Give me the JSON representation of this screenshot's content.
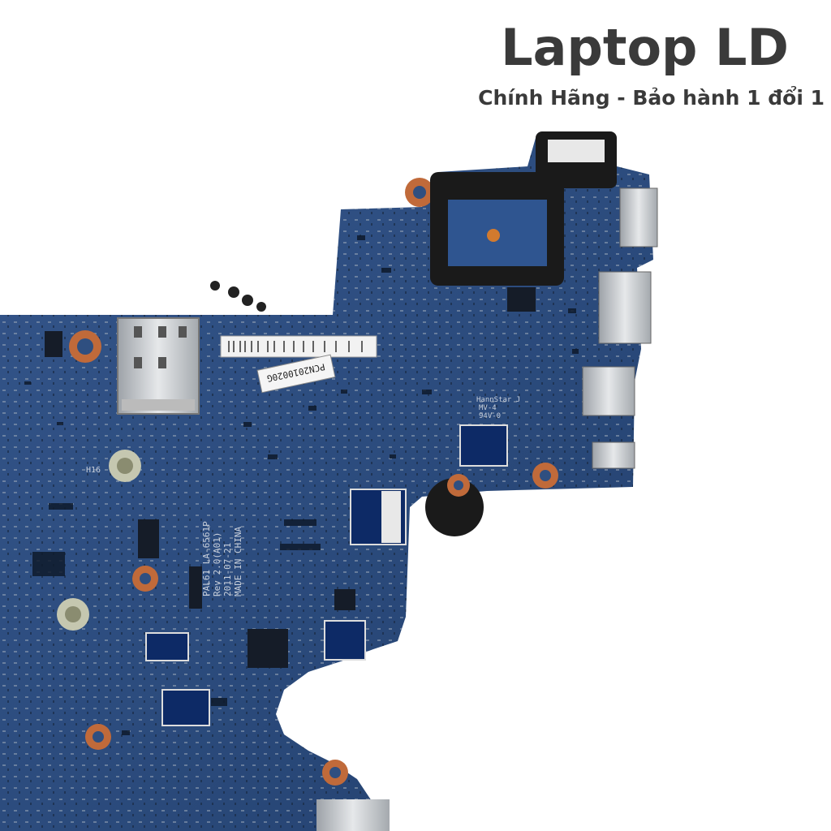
{
  "brand": {
    "title": "Laptop LD",
    "subtitle": "Chính Hãng - Bảo hành 1 đổi 1"
  },
  "board": {
    "sticker_serial": "PCN2010020G",
    "silkscreen_model": "PAL61 LA-6561P",
    "silkscreen_rev": "Rev 2.0(A01)",
    "silkscreen_date": "2011-07-21",
    "silkscreen_origin": "MADE IN CHINA",
    "marking_hole": "H16",
    "vendor_mark": "HannStar J",
    "vendor_code1": "MV-4",
    "vendor_code2": "94V-0"
  },
  "colors": {
    "pcb": "#2f4f80",
    "pcb_dark": "#1f3a66",
    "metal": "#c8cacc",
    "brand_text": "#3a3a3a"
  }
}
